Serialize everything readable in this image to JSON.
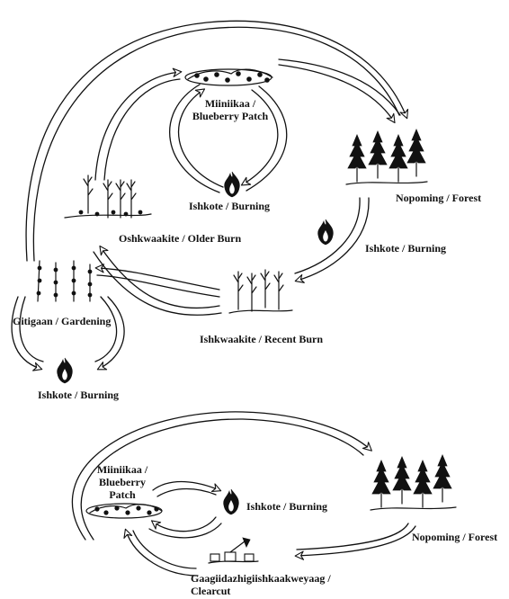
{
  "diagram": {
    "cycle1": {
      "blueberry_line1": "Miiniikaa /",
      "blueberry_line2": "Blueberry Patch",
      "burning_top": "Ishkote / Burning",
      "forest": "Nopoming / Forest",
      "burning_mid": "Ishkote / Burning",
      "older_burn": "Oshkwaakite / Older Burn",
      "recent_burn": "Ishkwaakite / Recent Burn",
      "gardening": "Gitigaan / Gardening",
      "burning_bottom": "Ishkote / Burning"
    },
    "cycle2": {
      "blueberry_line1": "Miiniikaa /",
      "blueberry_line2": "Blueberry",
      "blueberry_line3": "Patch",
      "burning": "Ishkote / Burning",
      "forest": "Nopoming / Forest",
      "clearcut_line1": "Gaagiidazhigiishkaakweyaag /",
      "clearcut_line2": "Clearcut"
    }
  },
  "icons": [
    "blueberry-bush-icon",
    "fire-icon",
    "forest-trees-icon",
    "burnt-snags-icon",
    "garden-crops-icon",
    "stumps-axe-icon"
  ]
}
